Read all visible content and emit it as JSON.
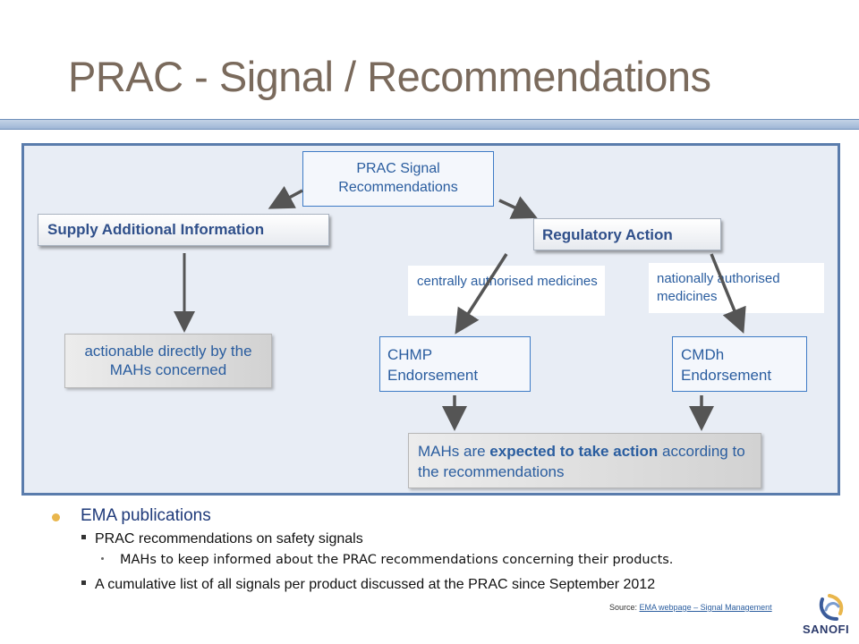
{
  "title": "PRAC - Signal / Recommendations",
  "diagram": {
    "top_box": "PRAC Signal Recommendations",
    "left_head": "Supply Additional Information",
    "right_head": "Regulatory Action",
    "left_result": "actionable directly by the MAHs concerned",
    "central_label": "centrally authorised medicines",
    "national_label": "nationally authorised medicines",
    "chmp": "CHMP Endorsement",
    "cmdh": "CMDh Endorsement",
    "mahs_prefix": "MAHs are ",
    "mahs_bold": "expected to take action",
    "mahs_suffix": " according to the recommendations"
  },
  "bullets": {
    "l1": "EMA publications",
    "l2a": "PRAC recommendations on safety signals",
    "l3": "MAHs to keep informed about the PRAC recommendations concerning their products.",
    "l2b": "A cumulative list of all signals per product discussed at the PRAC since September 2012"
  },
  "source": {
    "label": "Source: ",
    "link": "EMA webpage – Signal Management"
  },
  "logo": {
    "text": "SANOFI",
    "icon": "sanofi-logo-icon"
  },
  "colors": {
    "title": "#7a6a5c",
    "panel_border": "#5a7cac",
    "accent": "#2a5d9f",
    "bullet": "#e9b64c"
  }
}
